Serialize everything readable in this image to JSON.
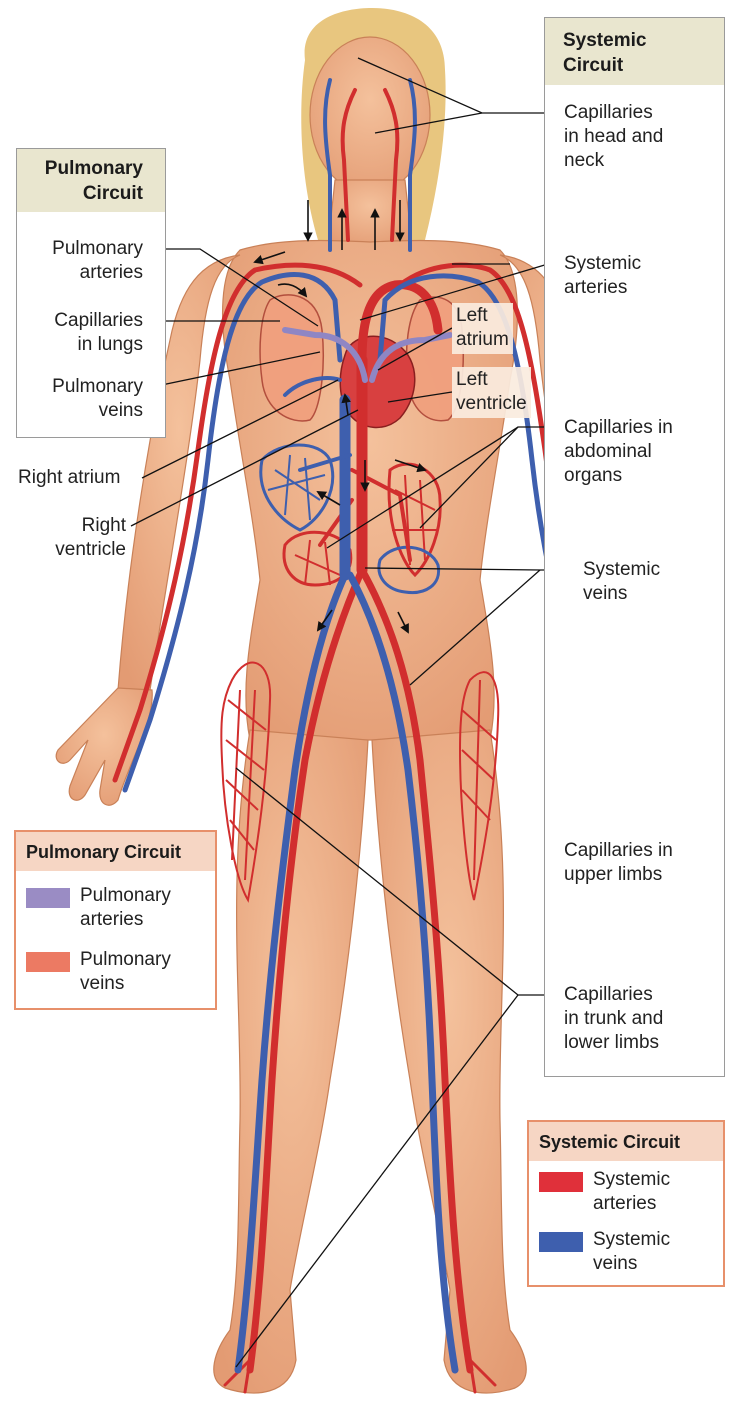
{
  "systemic_panel": {
    "title": "Systemic\nCircuit",
    "labels": {
      "head_neck": "Capillaries\nin head and\nneck",
      "arteries": "Systemic\narteries",
      "abdominal": "Capillaries in\nabdominal\norgans",
      "veins": "Systemic\nveins",
      "upper_limbs": "Capillaries in\nupper limbs",
      "trunk_limbs": "Capillaries\nin trunk and\nlower limbs"
    }
  },
  "pulmonary_panel": {
    "title": "Pulmonary\nCircuit",
    "labels": {
      "arteries": "Pulmonary\narteries",
      "capillaries": "Capillaries\nin lungs",
      "veins": "Pulmonary\nveins"
    }
  },
  "heart_labels": {
    "left_atrium": "Left\natrium",
    "left_ventricle": "Left\nventricle",
    "right_atrium": "Right atrium",
    "right_ventricle": "Right\nventricle"
  },
  "pulmonary_key": {
    "title": "Pulmonary Circuit",
    "items": [
      {
        "label": "Pulmonary\narteries",
        "color": "#9a8cc4"
      },
      {
        "label": "Pulmonary\nveins",
        "color": "#ec7a63"
      }
    ]
  },
  "systemic_key": {
    "title": "Systemic Circuit",
    "items": [
      {
        "label": "Systemic\narteries",
        "color": "#e0303a"
      },
      {
        "label": "Systemic\nveins",
        "color": "#3e5fae"
      }
    ]
  },
  "colors": {
    "skin": "#f1b48c",
    "skin_shadow": "#dd9168",
    "hair": "#e6c57f",
    "artery": "#d12e2e",
    "vein": "#3e5fae",
    "pulmonary_artery": "#8f86c4"
  }
}
